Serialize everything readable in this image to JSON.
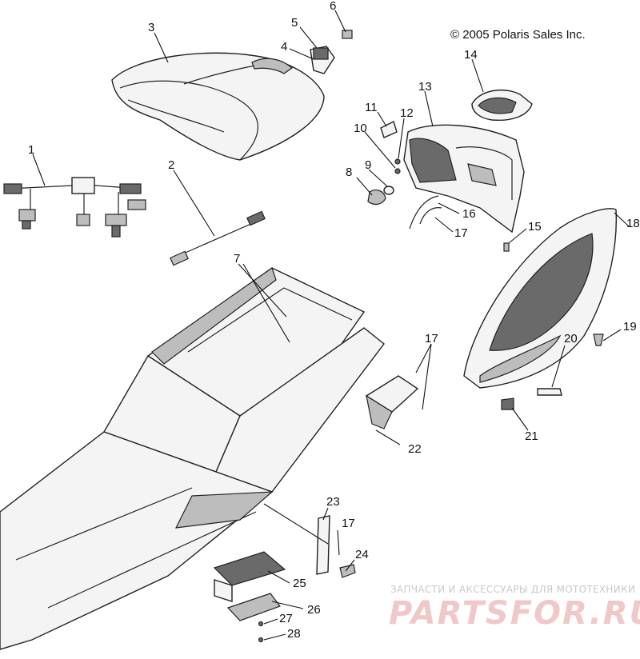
{
  "copyright": "© 2005 Polaris Sales Inc.",
  "watermark": {
    "caption": "ЗАПЧАСТИ И АКСЕССУАРЫ ДЛЯ МОТОТЕХНИКИ",
    "logo_text": "PARTSFOR.RU"
  },
  "callouts": {
    "c1": "1",
    "c2": "2",
    "c3": "3",
    "c4": "4",
    "c5": "5",
    "c6": "6",
    "c7": "7",
    "c8": "8",
    "c9": "9",
    "c10": "10",
    "c11": "11",
    "c12": "12",
    "c13": "13",
    "c14": "14",
    "c15": "15",
    "c16": "16",
    "c17a": "17",
    "c17b": "17",
    "c17c": "17",
    "c18": "18",
    "c19": "19",
    "c20": "20",
    "c21": "21",
    "c22": "22",
    "c23": "23",
    "c24": "24",
    "c25": "25",
    "c26": "26",
    "c27": "27",
    "c28": "28"
  }
}
